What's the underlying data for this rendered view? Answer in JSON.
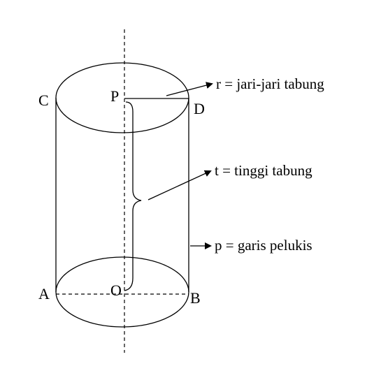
{
  "figure": {
    "points": {
      "C": "C",
      "P": "P",
      "D": "D",
      "A": "A",
      "O": "O",
      "B": "B"
    },
    "annotations": {
      "radius": "r = jari-jari tabung",
      "height": "t = tinggi tabung",
      "slant": "p = garis pelukis"
    },
    "colors": {
      "line": "#000000",
      "background": "#ffffff"
    }
  }
}
